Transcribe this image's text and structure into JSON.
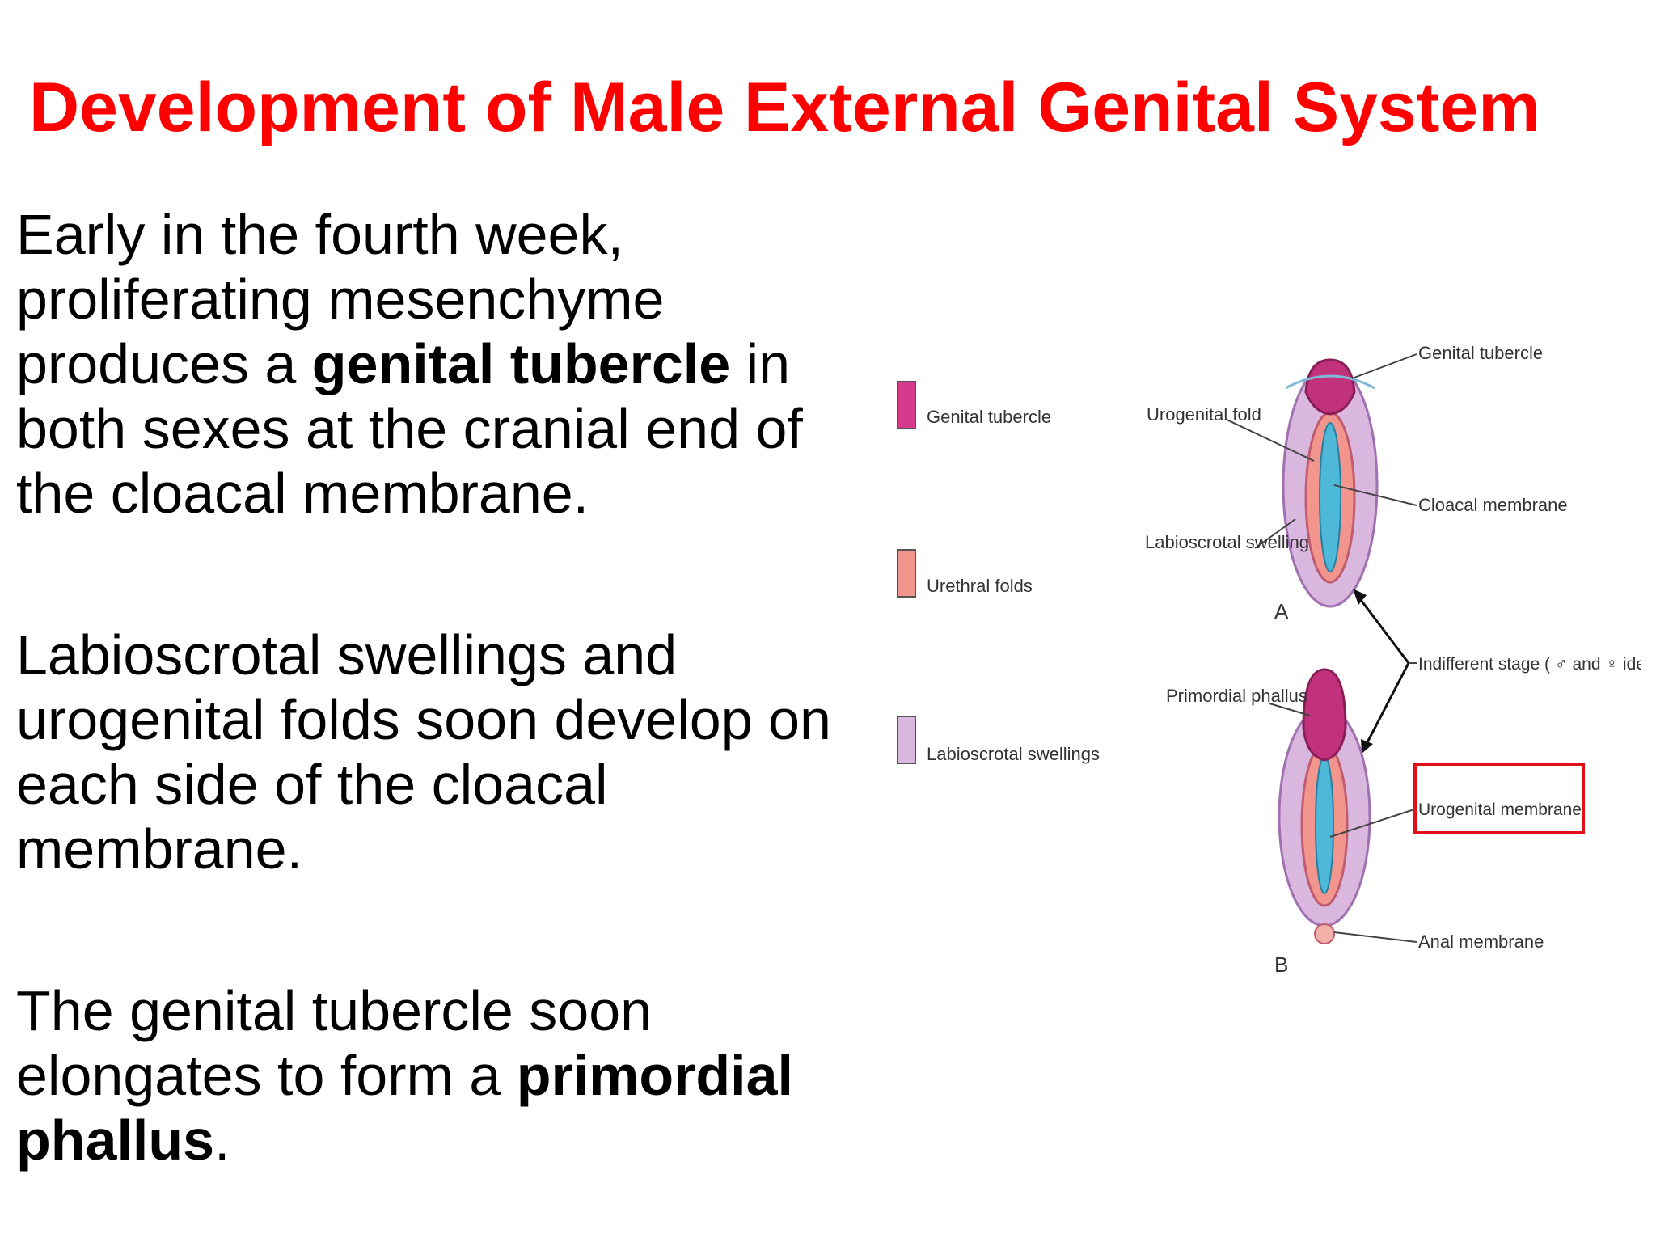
{
  "slide": {
    "title": "Development of Male External Genital System",
    "paragraphs": [
      {
        "pre": "Early in the fourth week, proliferating mesenchyme produces a ",
        "bold": "genital tubercle",
        "post": " in both sexes at the cranial end of the cloacal membrane."
      },
      {
        "text": "Labioscrotal swellings and urogenital folds soon develop on each side of the cloacal membrane."
      },
      {
        "pre": "The genital tubercle soon elongates to form a ",
        "bold": "primordial phallus",
        "post": "."
      }
    ]
  },
  "figure": {
    "legend": [
      {
        "label": "Genital tubercle",
        "color": "#d63a8c"
      },
      {
        "label": "Urethral folds",
        "color": "#f2958c"
      },
      {
        "label": "Labioscrotal swellings",
        "color": "#d9b7df"
      }
    ],
    "labels": {
      "urogenital_fold": "Urogenital fold",
      "labioscrotal_swelling": "Labioscrotal swelling",
      "genital_tubercle": "Genital tubercle",
      "cloacal_membrane": "Cloacal membrane",
      "stage_a": "A",
      "indifferent_stage": "Indifferent stage ( ♂ and ♀ identical)",
      "primordial_phallus": "Primordial phallus",
      "urogenital_membrane": "Urogenital membrane",
      "anal_membrane": "Anal membrane",
      "stage_b": "B"
    },
    "colors": {
      "tubercle": "#c2317c",
      "urethral_fold": "#f2958c",
      "labioscrotal": "#d9b7df",
      "membrane": "#4db8d8",
      "highlight_box": "#e0101a"
    }
  }
}
